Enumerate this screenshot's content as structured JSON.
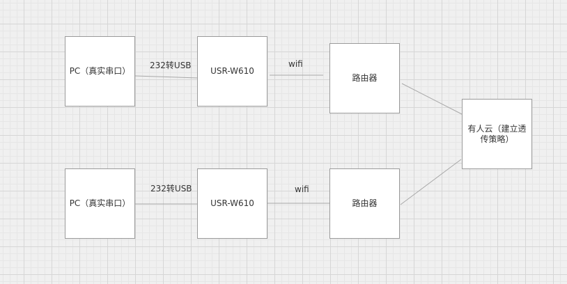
{
  "nodes": {
    "pc_top": "PC（真实串口）",
    "usr_top": "USR-W610",
    "router_top": "路由器",
    "cloud": "有人云（建立透传策略）",
    "pc_bottom": "PC（真实串口）",
    "usr_bottom": "USR-W610",
    "router_bottom": "路由器"
  },
  "edges": {
    "pc_usr_top": "232转USB",
    "usr_router_top": "wifi",
    "pc_usr_bottom": "232转USB",
    "usr_router_bottom": "wifi"
  }
}
